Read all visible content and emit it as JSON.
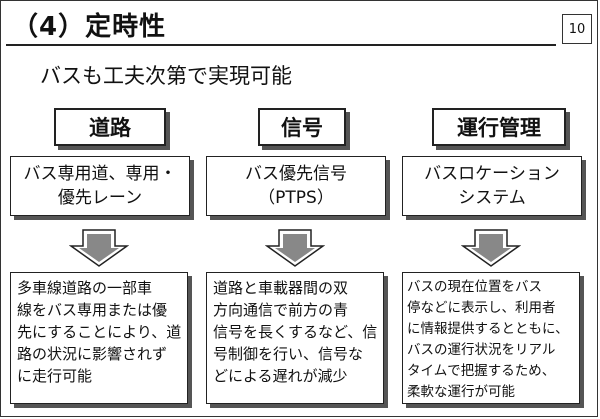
{
  "slide": {
    "title": "（4）定時性",
    "page_number": "10",
    "subtitle": "バスも工夫次第で実現可能"
  },
  "columns": [
    {
      "category": "道路",
      "mode_lines": [
        "バス専用道、専用・",
        "優先レーン"
      ],
      "desc_lines": [
        "多車線道路の一部車",
        "線をバス専用または優",
        "先にすることにより、道",
        "路の状況に影響されず",
        "に走行可能"
      ]
    },
    {
      "category": "信号",
      "mode_lines": [
        "バス優先信号",
        "（PTPS）"
      ],
      "desc_lines": [
        "道路と車載器間の双",
        "方向通信で前方の青",
        "信号を長くするなど、信",
        "号制御を行い、信号な",
        "どによる遅れが減少"
      ]
    },
    {
      "category": "運行管理",
      "mode_lines": [
        "バスロケーション",
        "システム"
      ],
      "desc_lines": [
        "バスの現在位置をバス",
        "停などに表示し、利用者",
        "に情報提供するとともに、",
        "バスの運行状況をリアル",
        "タイムで把握するため、",
        "柔軟な運行が可能"
      ]
    }
  ]
}
